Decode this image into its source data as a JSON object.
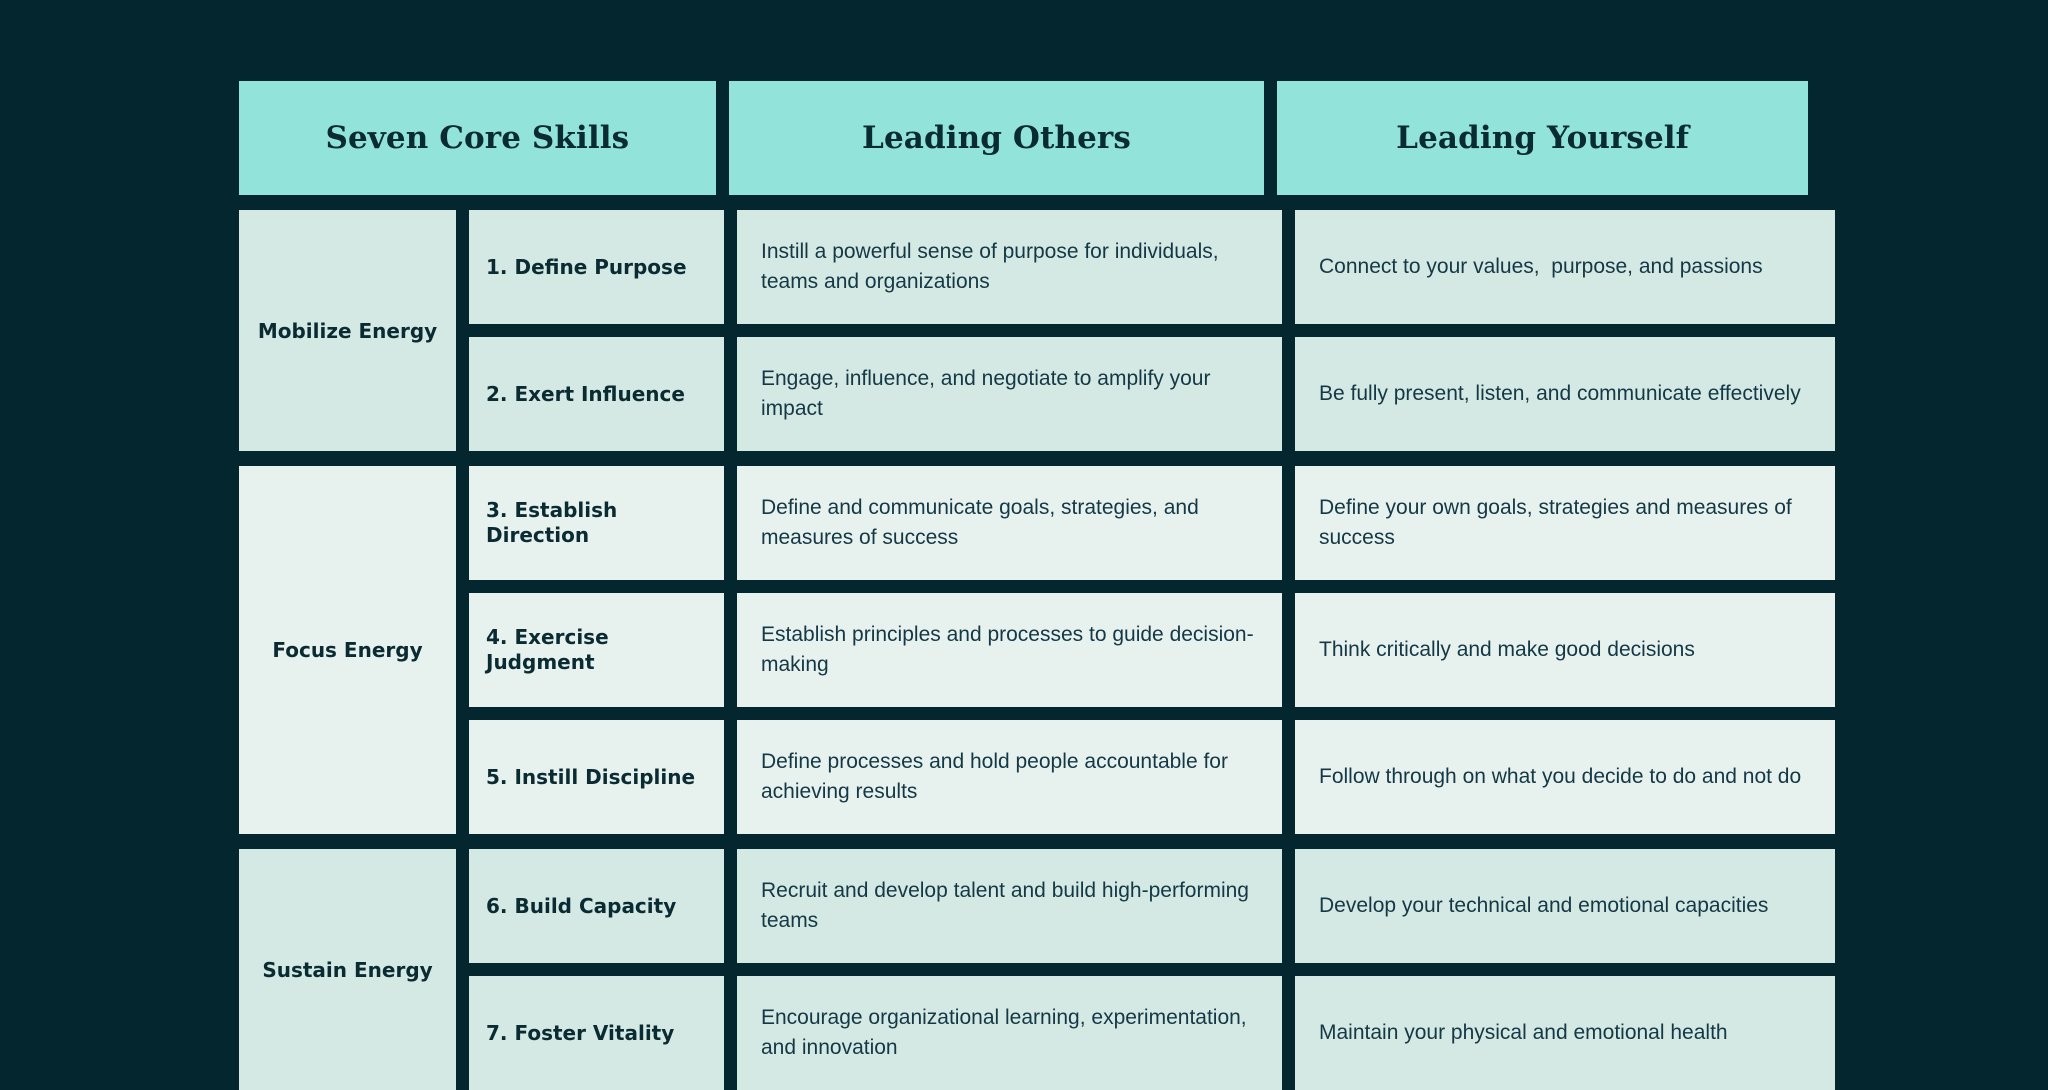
{
  "theme": {
    "background": "#04262e",
    "header_fill": "#92e3da",
    "cell_fill_dark": "#d4e8e4",
    "cell_fill_light": "#e7f2ef",
    "text_color": "#0b2b33",
    "body_text_color": "#143845"
  },
  "table": {
    "headers": [
      "Seven Core Skills",
      "Leading Others",
      "Leading Yourself"
    ],
    "groups": [
      {
        "category": "Mobilize Energy",
        "rows": [
          {
            "skill": "1. Define Purpose",
            "leading_others": "Instill a powerful sense of purpose for individuals, teams and organizations",
            "leading_yourself": "Connect to your values,  purpose, and passions"
          },
          {
            "skill": "2. Exert Influence",
            "leading_others": "Engage, influence, and negotiate to amplify your impact",
            "leading_yourself": "Be fully present, listen, and communicate effectively"
          }
        ]
      },
      {
        "category": "Focus Energy",
        "rows": [
          {
            "skill": "3. Establish Direction",
            "leading_others": "Define and communicate goals, strategies, and measures of success",
            "leading_yourself": "Define your own goals, strategies and measures of success"
          },
          {
            "skill": "4. Exercise Judgment",
            "leading_others": "Establish principles and processes to guide decision-making",
            "leading_yourself": "Think critically and make good decisions"
          },
          {
            "skill": "5. Instill Discipline",
            "leading_others": "Define processes and hold people accountable for achieving results",
            "leading_yourself": "Follow through on what you decide to do and not do"
          }
        ]
      },
      {
        "category": "Sustain Energy",
        "rows": [
          {
            "skill": "6. Build Capacity",
            "leading_others": "Recruit and develop talent and build high-performing teams",
            "leading_yourself": "Develop your technical and emotional capacities"
          },
          {
            "skill": "7. Foster Vitality",
            "leading_others": "Encourage organizational learning, experimentation, and innovation",
            "leading_yourself": "Maintain your physical and emotional health"
          }
        ]
      }
    ]
  }
}
